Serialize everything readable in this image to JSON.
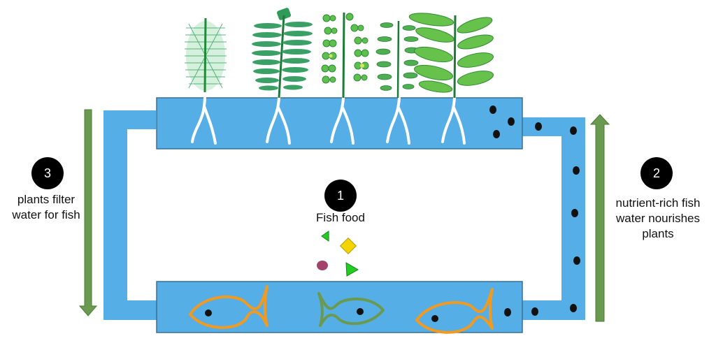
{
  "diagram": {
    "steps": [
      {
        "number": "1",
        "text": "Fish food"
      },
      {
        "number": "2",
        "text": "nutrient-rich fish water nourishes plants"
      },
      {
        "number": "3",
        "text": "plants filter water for fish"
      }
    ],
    "colors": {
      "water": "#56aee6",
      "tank_border": "#3a6f93",
      "arrow": "#6a9a4f",
      "fish_orange": "#f19a22",
      "fish_green": "#6a9a4f",
      "plant_dark": "#1f8a3a",
      "plant_light": "#5fbf4a",
      "food_green": "#22cc22",
      "food_yellow": "#f4d400",
      "food_purple": "#a0426a",
      "badge": "#000000"
    },
    "icons": [
      "plant-icon",
      "fish-icon",
      "fish-food-icon",
      "arrow-up-icon",
      "arrow-down-icon",
      "waste-particle-icon"
    ]
  }
}
